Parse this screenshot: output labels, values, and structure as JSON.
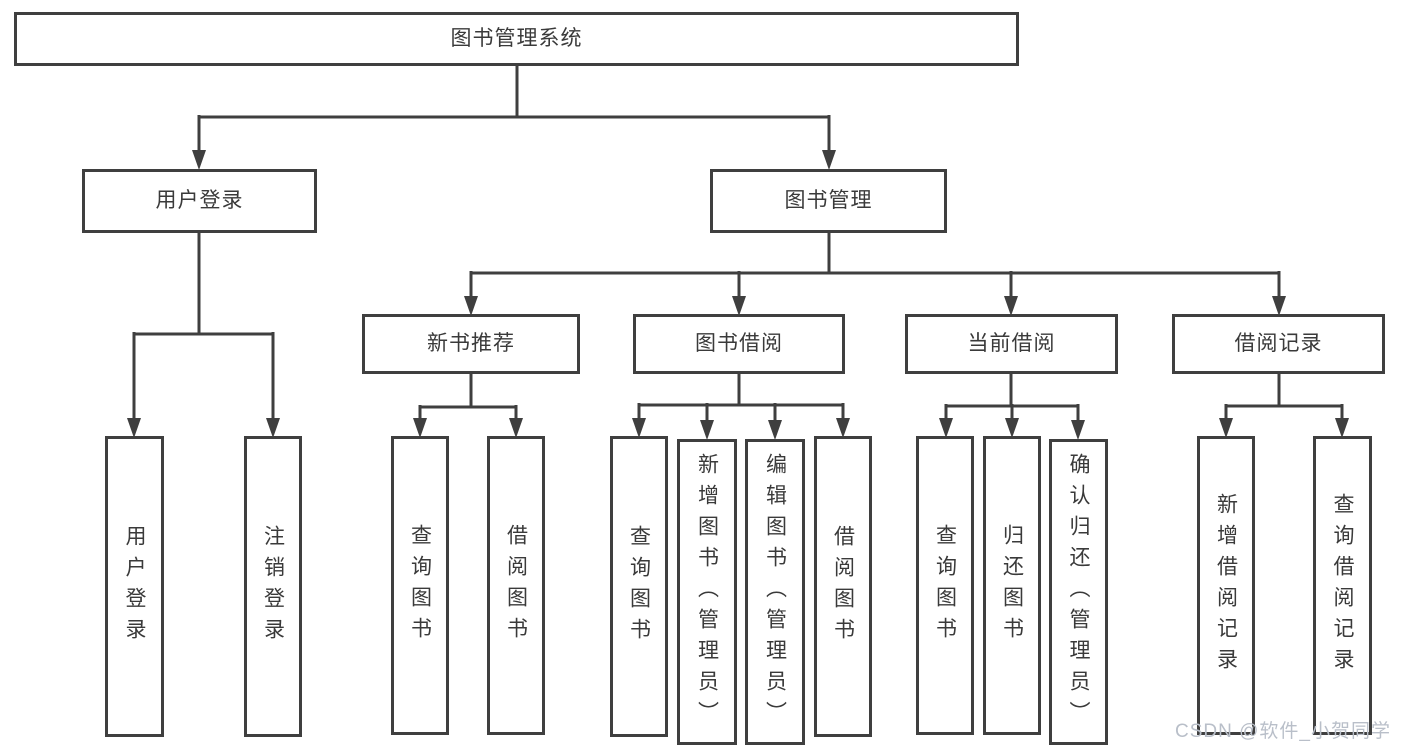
{
  "diagram": {
    "title": "图书管理系统",
    "tree": {
      "label": "图书管理系统",
      "children": [
        {
          "label": "用户登录",
          "children": [
            {
              "label": "用户登录"
            },
            {
              "label": "注销登录"
            }
          ]
        },
        {
          "label": "图书管理",
          "children": [
            {
              "label": "新书推荐",
              "children": [
                {
                  "label": "查询图书"
                },
                {
                  "label": "借阅图书"
                }
              ]
            },
            {
              "label": "图书借阅",
              "children": [
                {
                  "label": "查询图书"
                },
                {
                  "label": "新增图书（管理员）"
                },
                {
                  "label": "编辑图书（管理员）"
                },
                {
                  "label": "借阅图书"
                }
              ]
            },
            {
              "label": "当前借阅",
              "children": [
                {
                  "label": "查询图书"
                },
                {
                  "label": "归还图书"
                },
                {
                  "label": "确认归还（管理员）"
                }
              ]
            },
            {
              "label": "借阅记录",
              "children": [
                {
                  "label": "新增借阅记录"
                },
                {
                  "label": "查询借阅记录"
                }
              ]
            }
          ]
        }
      ]
    },
    "colors": {
      "line": "#3f3f3f",
      "box_border": "#3f3f3f",
      "text": "#3a3a3a",
      "background": "#ffffff",
      "watermark": "#b9bfc9"
    }
  },
  "watermark": {
    "text": "CSDN @软件_小贺同学"
  }
}
